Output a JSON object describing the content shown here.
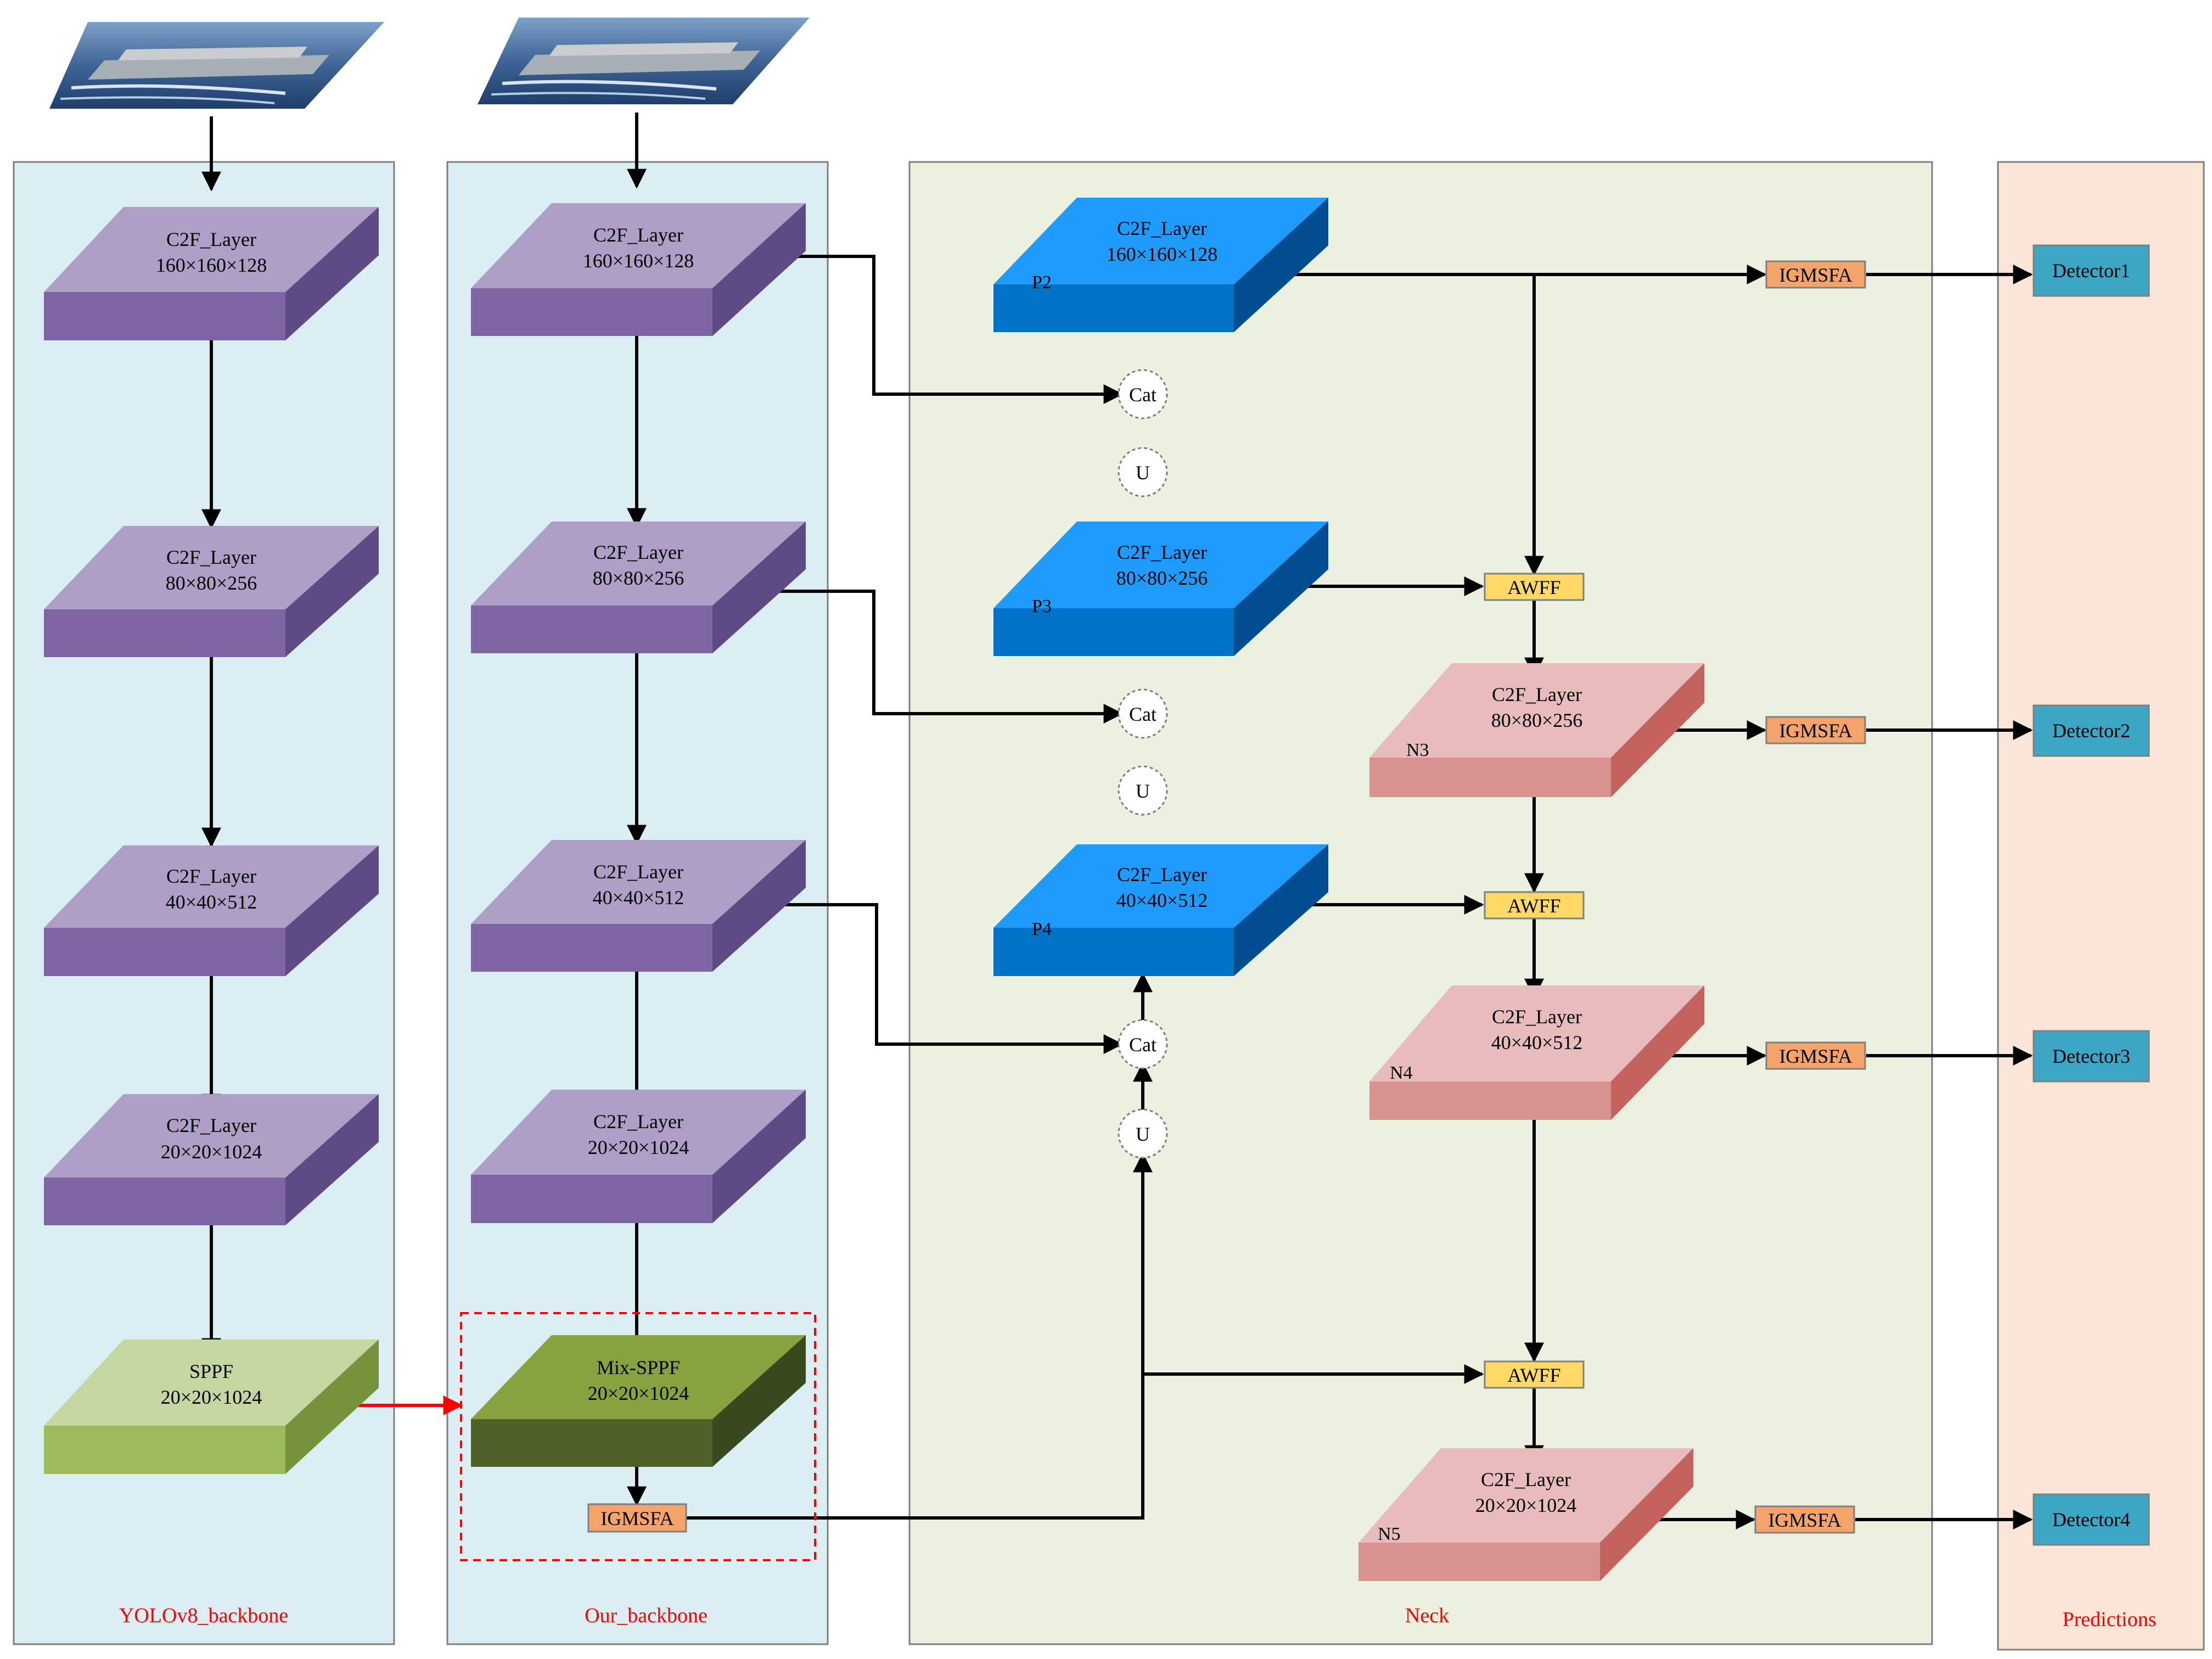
{
  "panels": {
    "yolo": "YOLOv8_backbone",
    "ours": "Our_backbone",
    "neck": "Neck",
    "pred": "Predictions"
  },
  "yolo_backbone": [
    {
      "name": "C2F_Layer",
      "dims": "160×160×128"
    },
    {
      "name": "C2F_Layer",
      "dims": "80×80×256"
    },
    {
      "name": "C2F_Layer",
      "dims": "40×40×512"
    },
    {
      "name": "C2F_Layer",
      "dims": "20×20×1024"
    },
    {
      "name": "SPPF",
      "dims": "20×20×1024"
    }
  ],
  "our_backbone": [
    {
      "name": "C2F_Layer",
      "dims": "160×160×128"
    },
    {
      "name": "C2F_Layer",
      "dims": "80×80×256"
    },
    {
      "name": "C2F_Layer",
      "dims": "40×40×512"
    },
    {
      "name": "C2F_Layer",
      "dims": "20×20×1024"
    },
    {
      "name": "Mix-SPPF",
      "dims": "20×20×1024"
    }
  ],
  "neck": {
    "p_layers": [
      {
        "tag": "P2",
        "name": "C2F_Layer",
        "dims": "160×160×128"
      },
      {
        "tag": "P3",
        "name": "C2F_Layer",
        "dims": "80×80×256"
      },
      {
        "tag": "P4",
        "name": "C2F_Layer",
        "dims": "40×40×512"
      }
    ],
    "n_layers": [
      {
        "tag": "N3",
        "name": "C2F_Layer",
        "dims": "80×80×256"
      },
      {
        "tag": "N4",
        "name": "C2F_Layer",
        "dims": "40×40×512"
      },
      {
        "tag": "N5",
        "name": "C2F_Layer",
        "dims": "20×20×1024"
      }
    ],
    "cat": "Cat",
    "up": "U",
    "awff": "AWFF"
  },
  "igmsfa": "IGMSFA",
  "detectors": [
    "Detector1",
    "Detector2",
    "Detector3",
    "Detector4"
  ],
  "colors": {
    "panel_backbone": "#daeef3",
    "panel_neck": "#ebf1de",
    "panel_pred": "#fbe5d6",
    "purple_top": "#ad9fc5",
    "purple_front": "#7f65a3",
    "purple_side": "#5e4a84",
    "blue_top": "#1e9bff",
    "blue_front": "#0073c8",
    "blue_side": "#004e8f",
    "pink_top": "#e8bcbc",
    "pink_front": "#d8928f",
    "pink_side": "#c4625e",
    "green_light_top": "#c4d7a0",
    "green_light_front": "#9bbb59",
    "green_light_side": "#76933c",
    "green_dark_top": "#86a33f",
    "green_dark_front": "#4f6228",
    "green_dark_side": "#3b4a1e",
    "igmsfa": "#f4a46a",
    "awff": "#ffd966",
    "detector": "#3ba7c4",
    "label_red": "#ff0000"
  }
}
